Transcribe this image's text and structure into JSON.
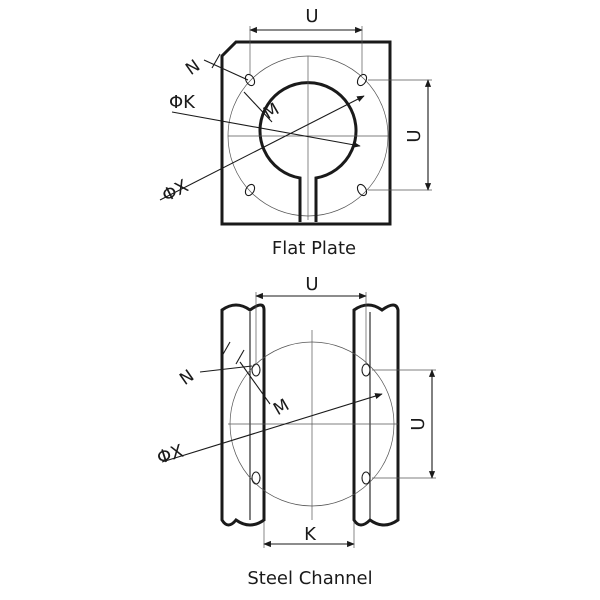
{
  "diagram": {
    "top": {
      "caption": "Flat Plate",
      "labels": {
        "u_top": "U",
        "u_right": "U",
        "n": "N",
        "k": "ΦK",
        "m": "M",
        "x": "ΦX"
      }
    },
    "bottom": {
      "caption": "Steel Channel",
      "labels": {
        "u_top": "U",
        "u_right": "U",
        "n": "N",
        "m": "M",
        "x": "ΦX",
        "k_bottom": "K"
      }
    }
  }
}
